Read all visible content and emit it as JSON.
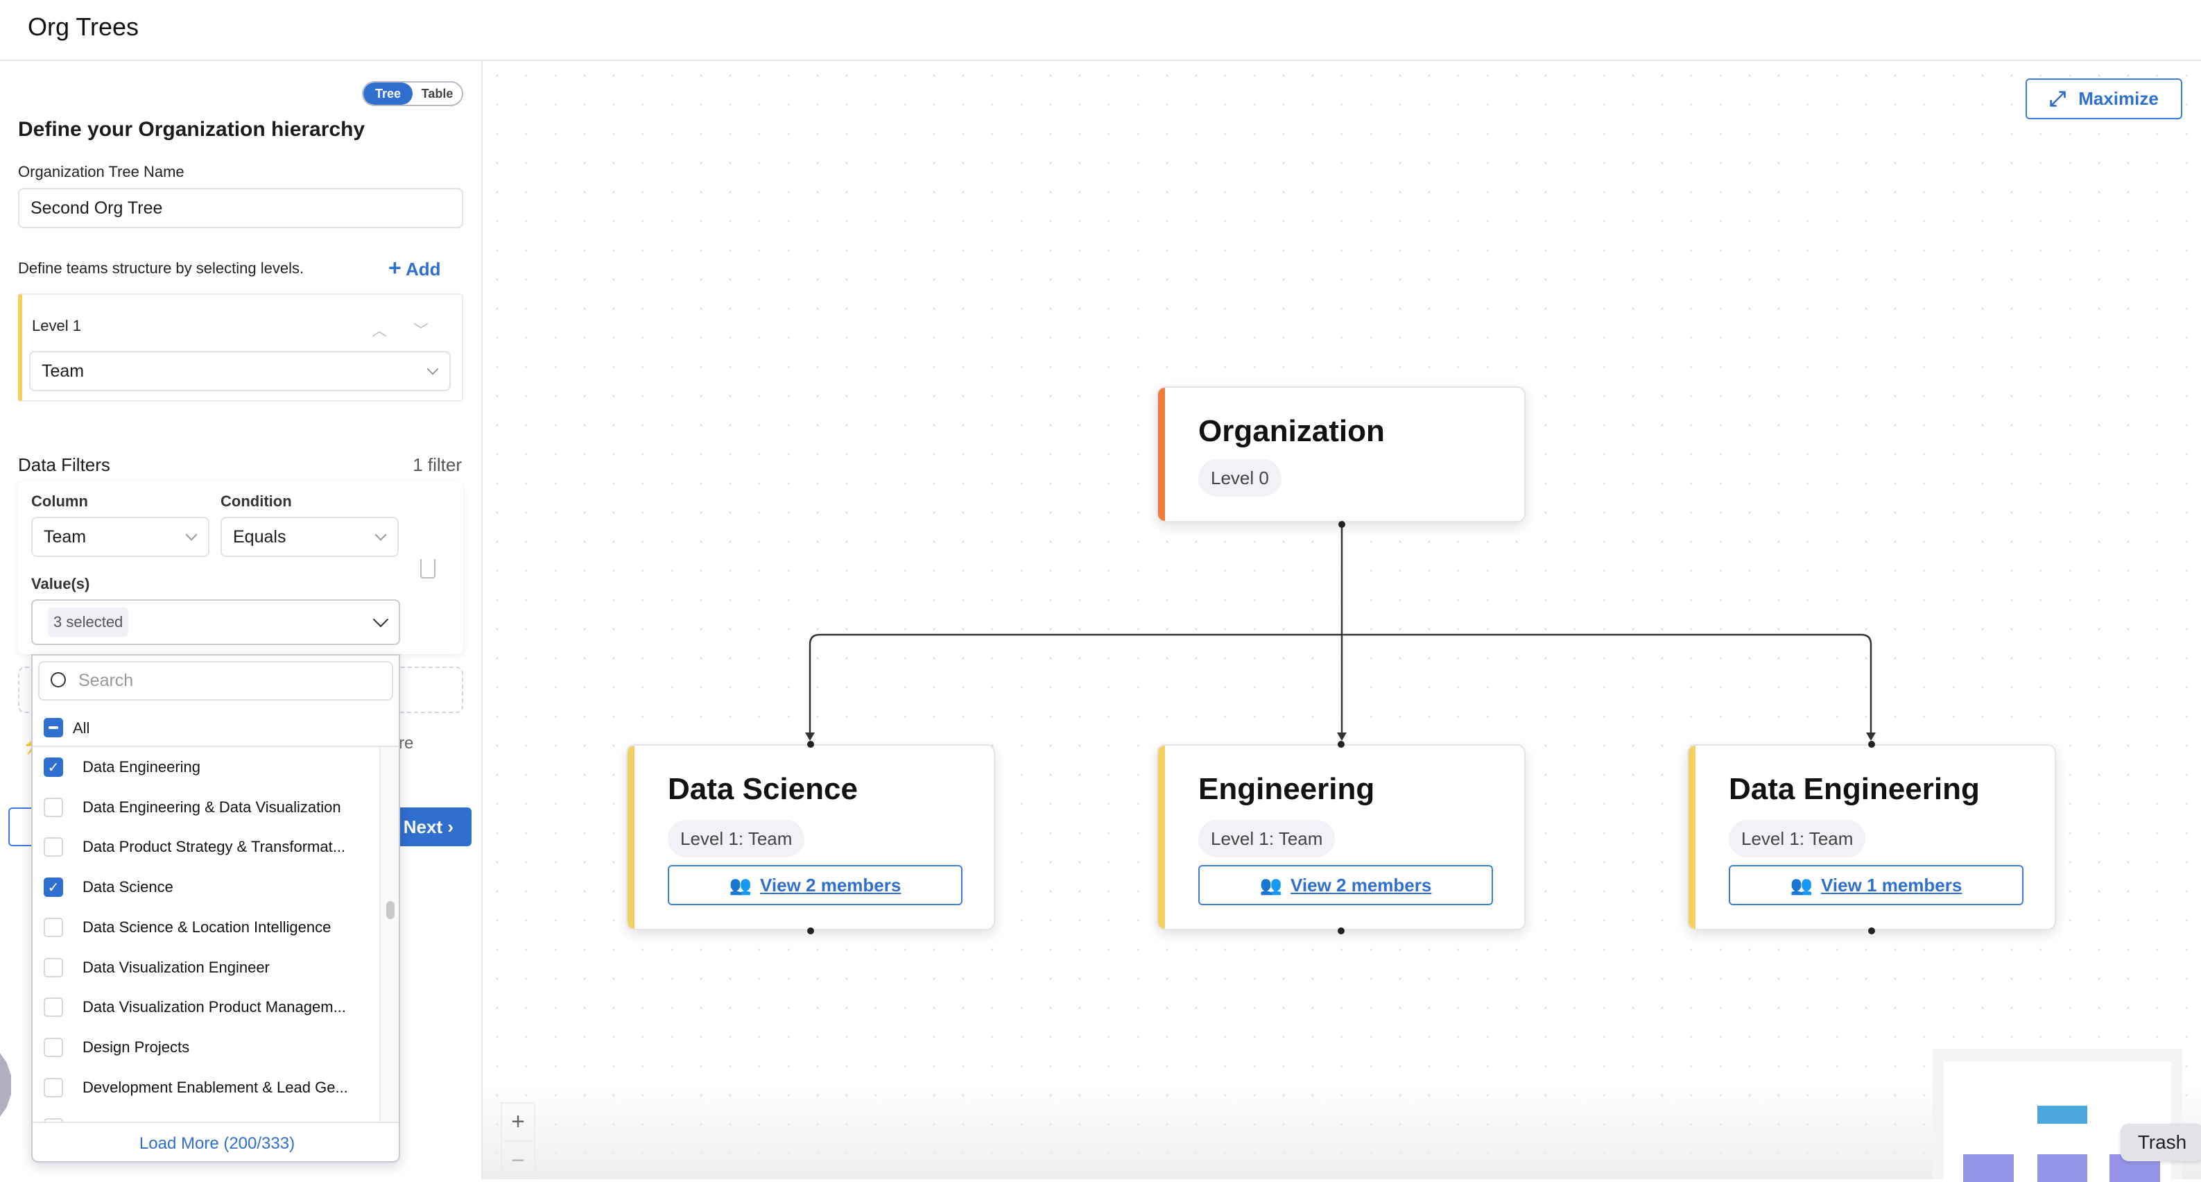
{
  "app": {
    "title": "Org Trees"
  },
  "panel": {
    "view_toggle": {
      "tree": "Tree",
      "table": "Table",
      "active": "Tree"
    },
    "heading": "Define your Organization hierarchy",
    "tree_name_label": "Organization Tree Name",
    "tree_name_value": "Second Org Tree",
    "levels_hint": "Define teams structure by selecting levels.",
    "add_label": "Add",
    "level": {
      "label": "Level 1",
      "value": "Team"
    },
    "filters": {
      "title": "Data Filters",
      "count": "1 filter",
      "column_label": "Column",
      "column_value": "Team",
      "condition_label": "Condition",
      "condition_value": "Equals",
      "values_label": "Value(s)",
      "values_value": "3 selected"
    },
    "partial_text": "re",
    "next_label": "Next"
  },
  "dropdown": {
    "search_placeholder": "Search",
    "all_label": "All",
    "items": [
      {
        "label": "Data Engineering",
        "checked": true
      },
      {
        "label": "Data Engineering & Data Visualization",
        "checked": false
      },
      {
        "label": "Data Product Strategy & Transformat...",
        "checked": false
      },
      {
        "label": "Data Science",
        "checked": true
      },
      {
        "label": "Data Science & Location Intelligence",
        "checked": false
      },
      {
        "label": "Data Visualization Engineer",
        "checked": false
      },
      {
        "label": "Data Visualization Product Managem...",
        "checked": false
      },
      {
        "label": "Design Projects",
        "checked": false
      },
      {
        "label": "Development Enablement & Lead Ge...",
        "checked": false
      }
    ],
    "load_more": "Load More (200/333)"
  },
  "canvas": {
    "maximize_label": "Maximize",
    "root": {
      "title": "Organization",
      "level": "Level 0",
      "color": "#f07c3a"
    },
    "children": [
      {
        "title": "Data Science",
        "level": "Level 1: Team",
        "members": "View 2 members",
        "color": "#f5d061"
      },
      {
        "title": "Engineering",
        "level": "Level 1: Team",
        "members": "View 2 members",
        "color": "#f5d061"
      },
      {
        "title": "Data Engineering",
        "level": "Level 1: Team",
        "members": "View 1 members",
        "color": "#f5d061"
      }
    ],
    "zoom_in": "+",
    "zoom_out": "−",
    "tooltip": "Trash"
  },
  "colors": {
    "accent": "#2f6fd0",
    "minimap_root": "#4aa8dc",
    "minimap_child": "#9696e8"
  }
}
